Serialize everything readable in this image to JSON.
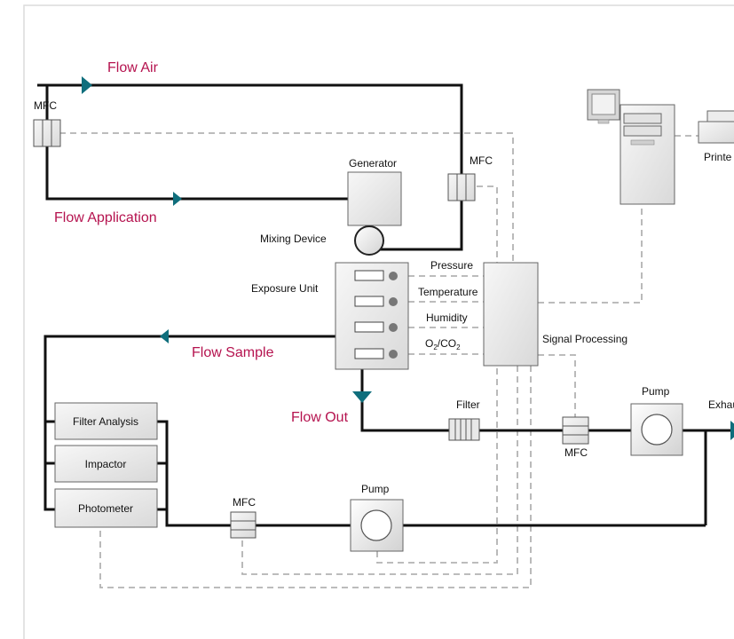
{
  "flows": {
    "air": "Flow Air",
    "application": "Flow Application",
    "sample": "Flow Sample",
    "out": "Flow Out"
  },
  "labels": {
    "mfc": "MFC",
    "generator": "Generator",
    "mixing_device": "Mixing Device",
    "exposure_unit": "Exposure Unit",
    "pressure": "Pressure",
    "temperature": "Temperature",
    "humidity": "Humidity",
    "o2": "O",
    "o2_sub": "2",
    "slash_co": "/CO",
    "co2_sub": "2",
    "signal_processing": "Signal Processing",
    "filter": "Filter",
    "pump": "Pump",
    "exhaust": "Exhau",
    "printer": "Printe",
    "filter_analysis": "Filter Analysis",
    "impactor": "Impactor",
    "photometer": "Photometer"
  },
  "colors": {
    "flow_text": "#b5134f",
    "arrow": "#0f6e7c",
    "pipe": "#111111",
    "signal_line": "#b3b3b3"
  }
}
